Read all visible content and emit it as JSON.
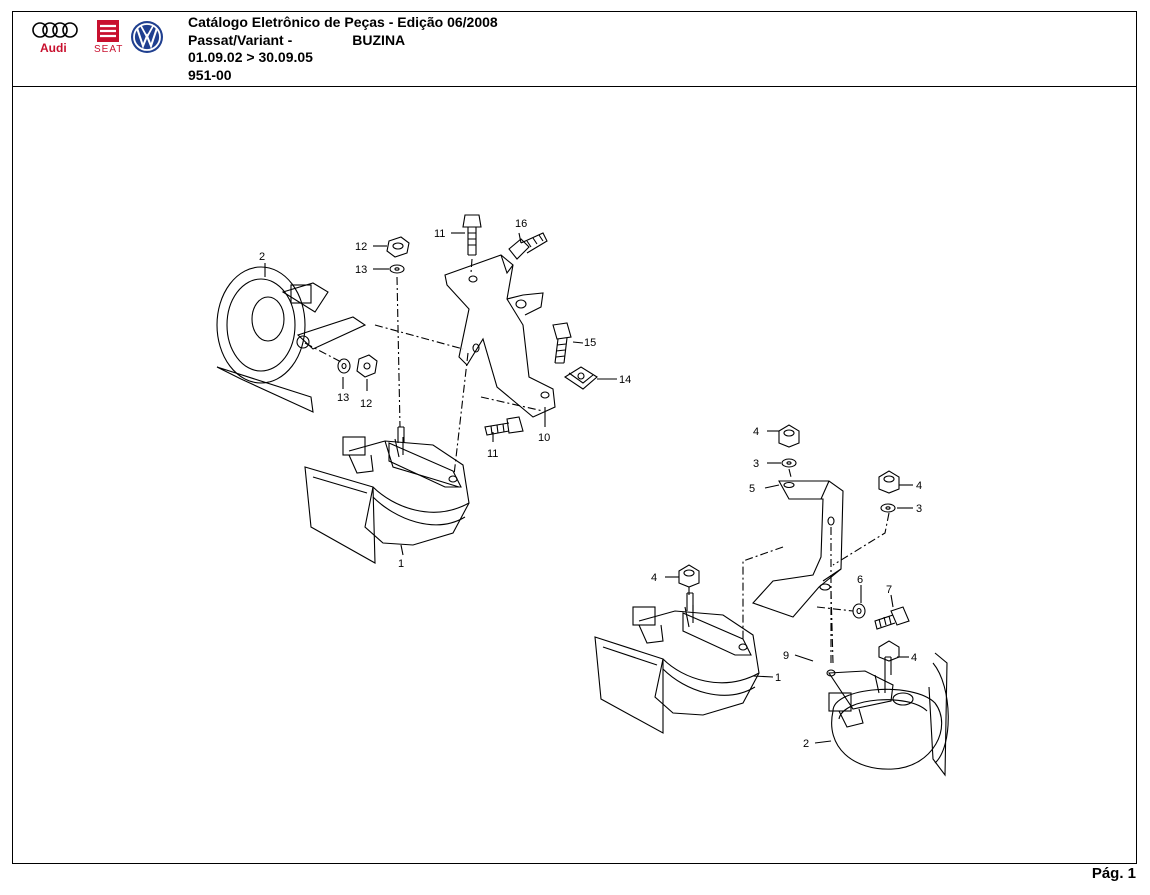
{
  "header": {
    "catalog_title": "Catálogo Eletrônico de Peças - Edição 06/2008",
    "model": "Passat/Variant -",
    "section": "BUZINA",
    "date_range": "01.09.02 > 30.09.05",
    "group_code": "951-00",
    "brands": {
      "audi": "Audi",
      "seat": "SEAT",
      "vw": "VW"
    }
  },
  "callouts": {
    "c1": "1",
    "c2": "2",
    "c3": "3",
    "c4": "4",
    "c5": "5",
    "c6": "6",
    "c7": "7",
    "c9": "9",
    "c10": "10",
    "c11": "11",
    "c12": "12",
    "c13": "13",
    "c14": "14",
    "c15": "15",
    "c16": "16"
  },
  "footer": {
    "page_label": "Pág. 1"
  },
  "colors": {
    "seat_red": "#c8102e",
    "vw_blue": "#1f3f8f",
    "audi_red": "#c8102e",
    "line": "#000000"
  }
}
